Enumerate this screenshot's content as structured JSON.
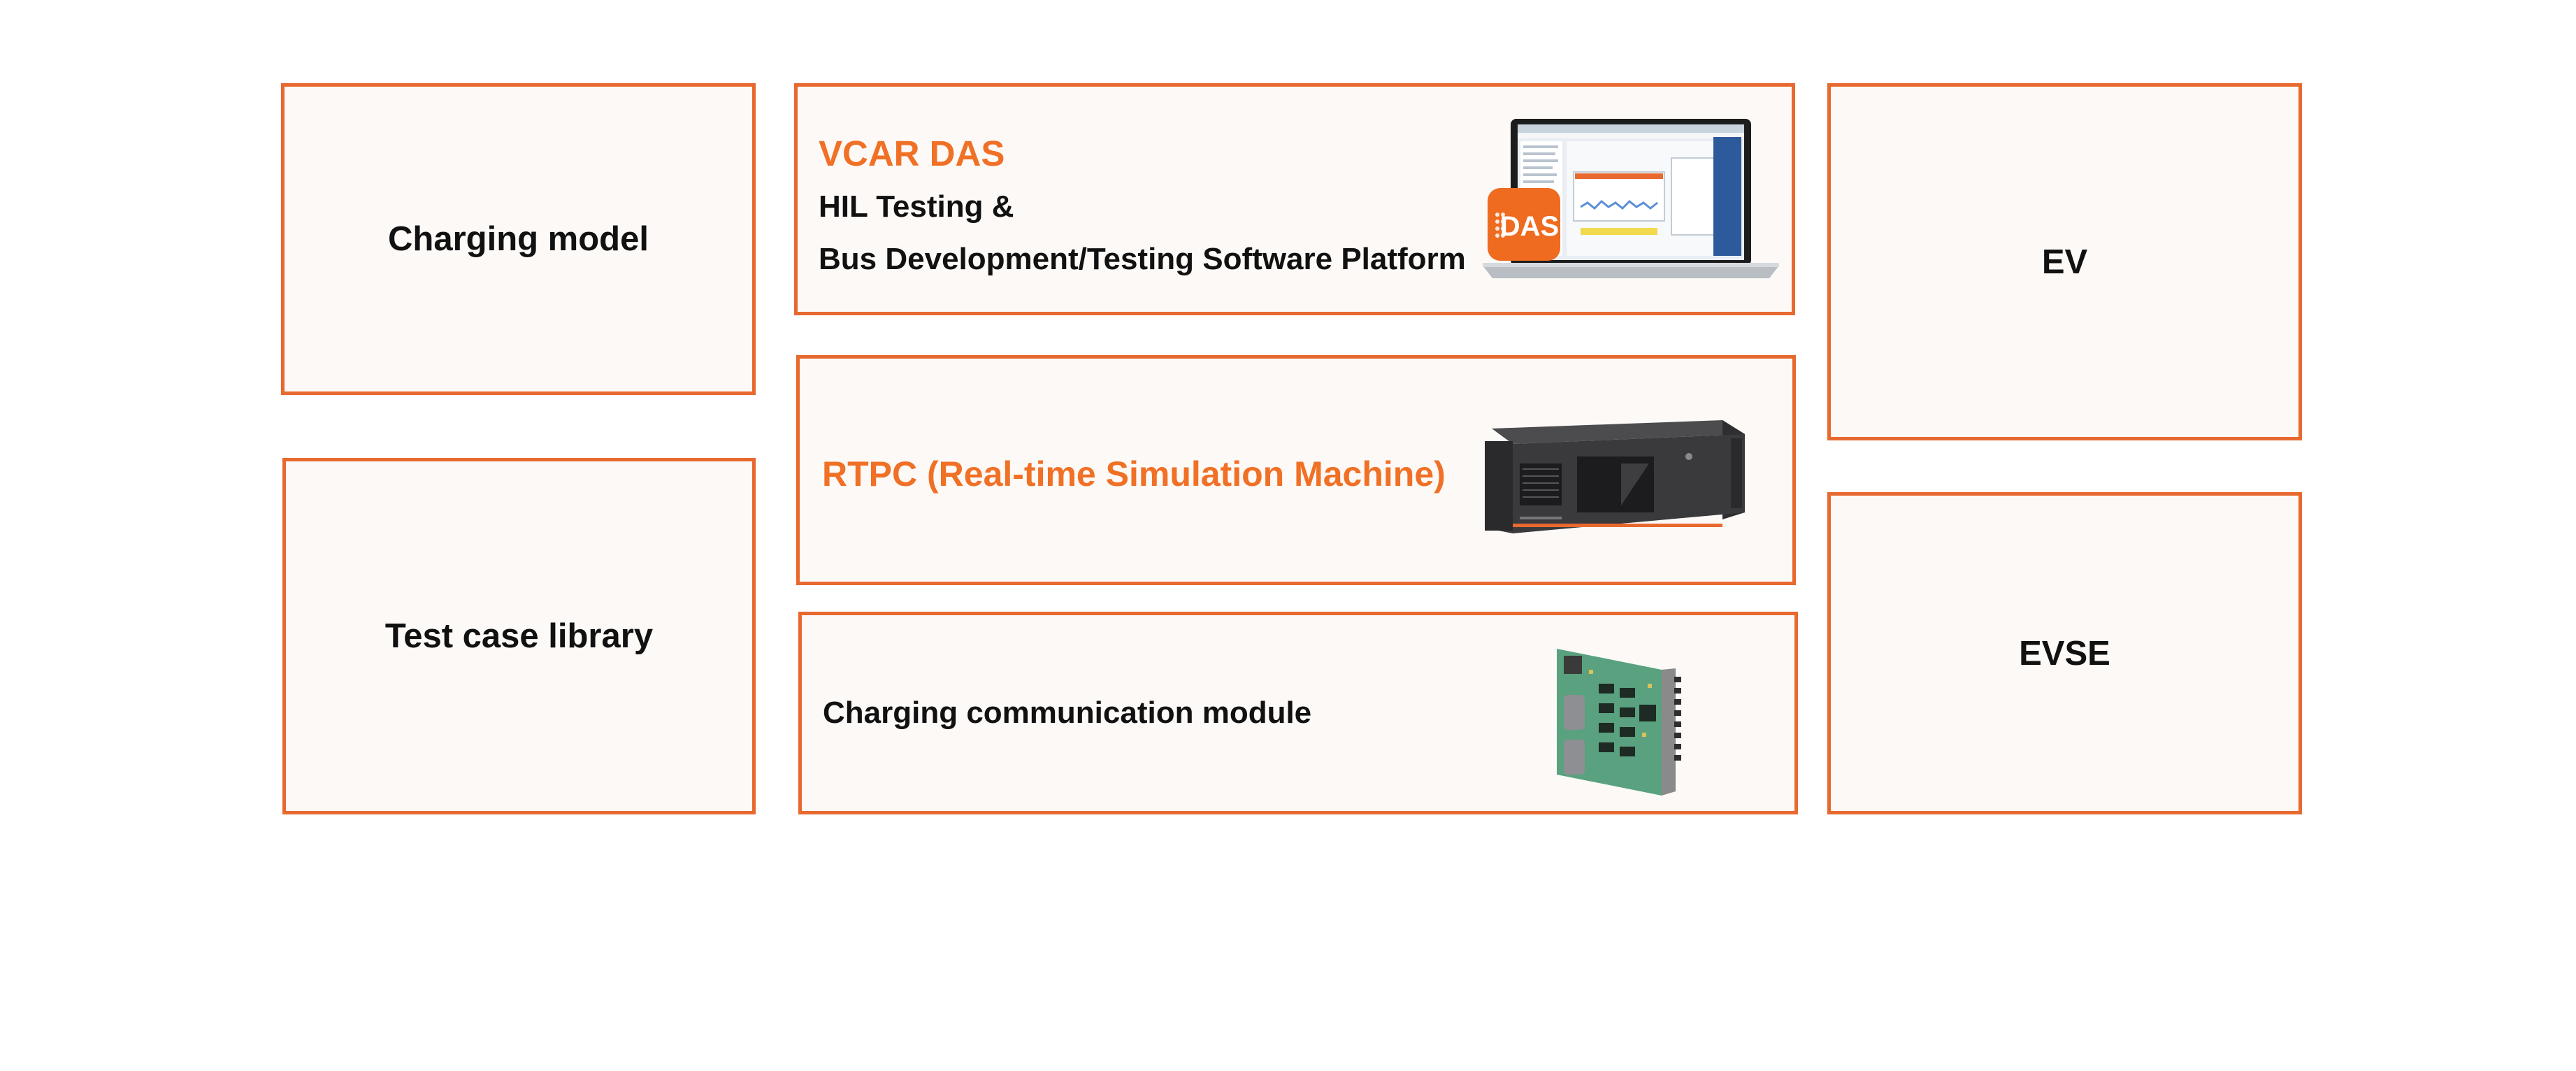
{
  "left": {
    "charging_model": "Charging model",
    "test_case_library": "Test case library"
  },
  "center": {
    "das": {
      "title": "VCAR DAS",
      "line1": "HIL Testing &",
      "line2": "Bus Development/Testing Software Platform",
      "logo_text": "DAS"
    },
    "rtpc": {
      "title": "RTPC (Real-time Simulation Machine)"
    },
    "comm": {
      "title": "Charging communication module"
    }
  },
  "right": {
    "ev": "EV",
    "evse": "EVSE"
  },
  "colors": {
    "accent": "#e8692f",
    "title_orange": "#f07025",
    "box_fill": "#fcf9f7",
    "text": "#111111"
  }
}
